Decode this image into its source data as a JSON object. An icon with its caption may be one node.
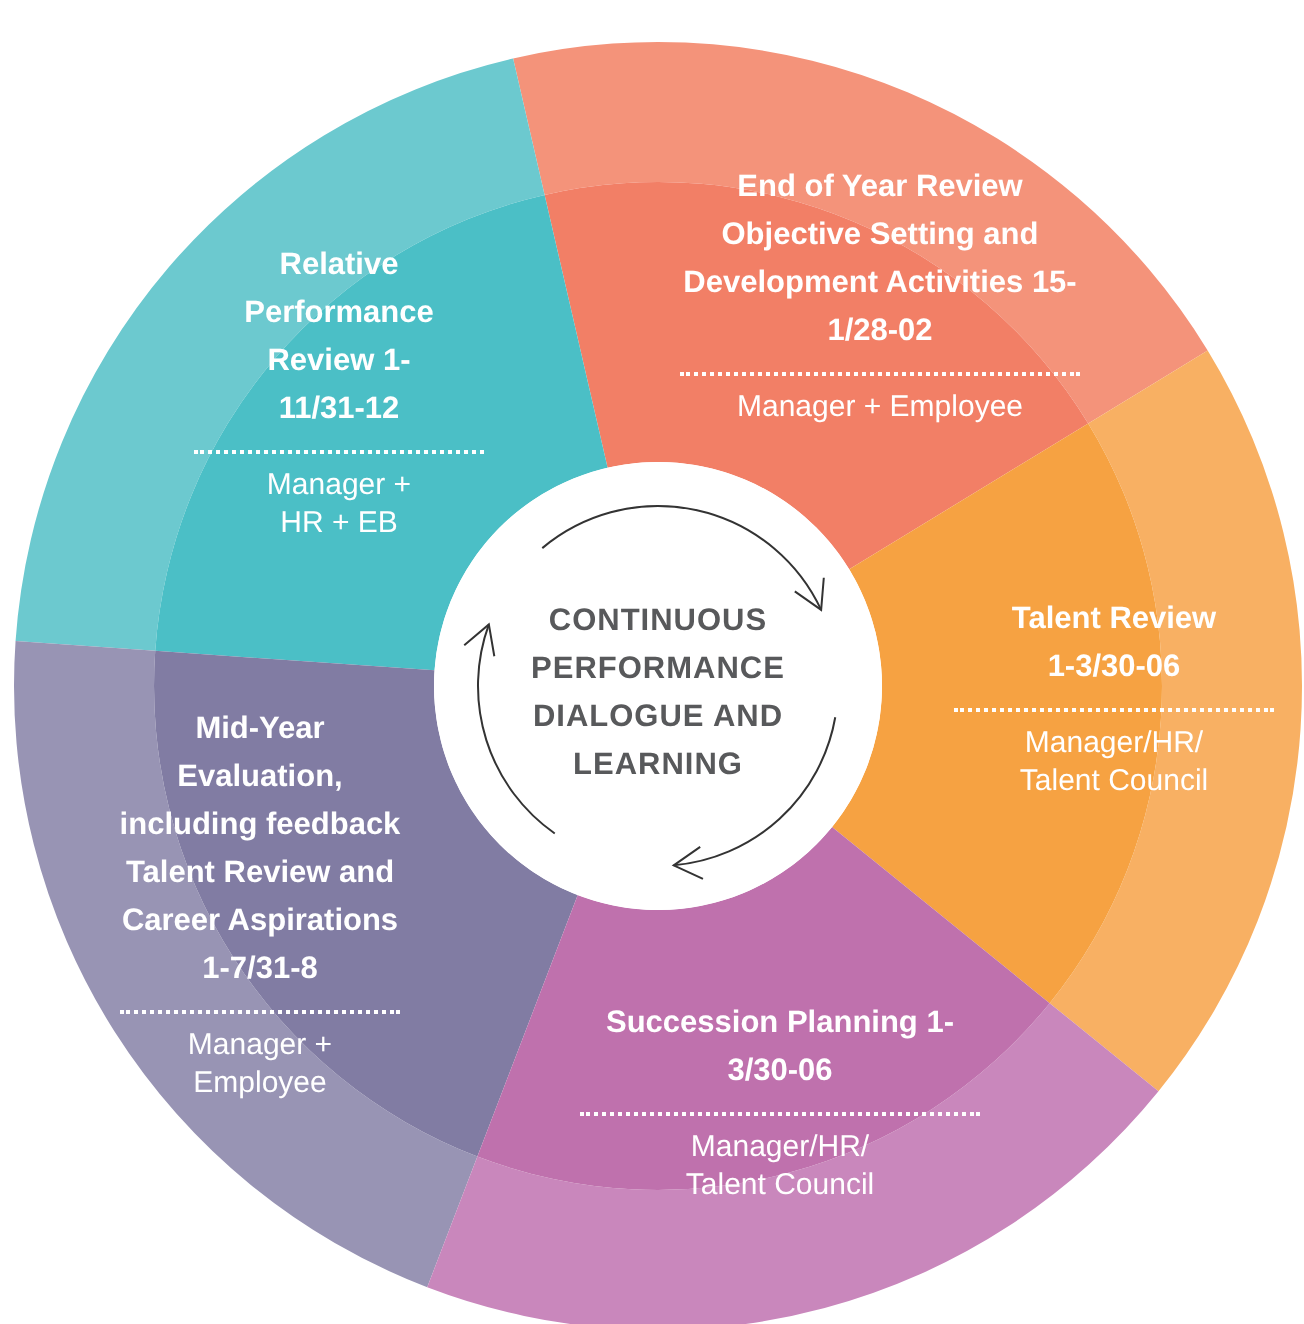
{
  "diagram": {
    "nodes": [
      {
        "text": [
          "CONTINUOUS PERFORMANCE DIALOGUE AND LEARNING"
        ]
      },
      {
        "text": [
          "End of Year Review Objective Setting and Development Activities 15-1/28-02",
          "Manager + Employee"
        ]
      },
      {
        "text": [
          "Relative Performance Review 1-11/31-12",
          "Manager + HR + EB"
        ]
      },
      {
        "text": [
          "Talent Review 1-3/30-06",
          "Manager/HR/ Talent Council"
        ]
      },
      {
        "text": [
          "Mid-Year Evaluation, including feedback Talent Review and Career Aspirations 1-7/31-8",
          "Manager + Employee"
        ]
      },
      {
        "text": [
          "Succession Planning 1-3/30-06",
          "Manager/HR/ Talent Council"
        ]
      }
    ]
  }
}
